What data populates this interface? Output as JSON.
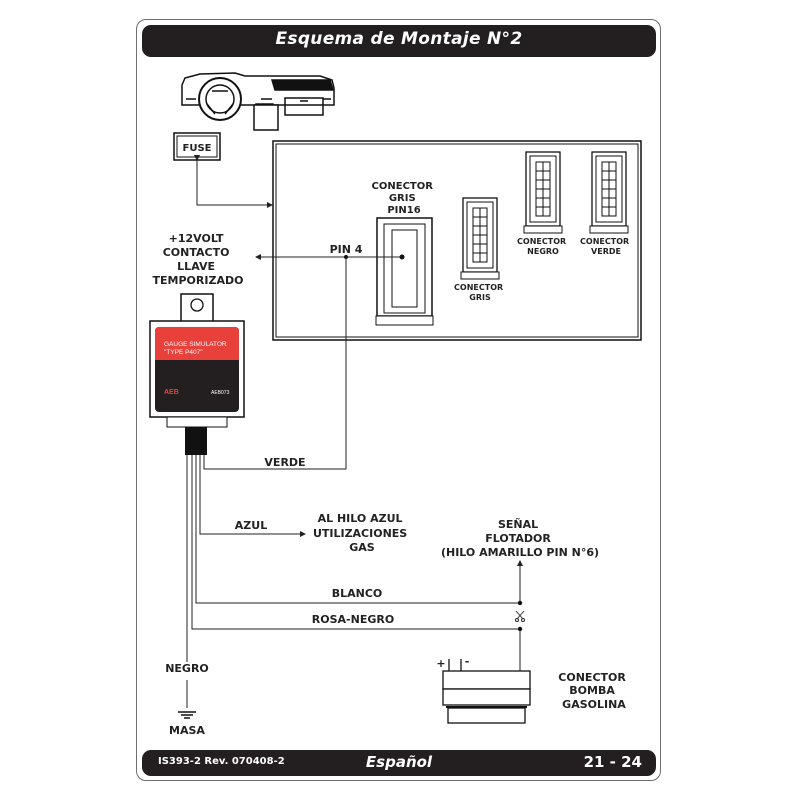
{
  "header": {
    "title": "Esquema de Montaje N°2"
  },
  "footer": {
    "document_code": "IS393-2 Rev. 070408-2",
    "language": "Español",
    "pages": "21 - 24"
  },
  "diagram": {
    "fuse_label": "FUSE",
    "power_label": [
      "+12VOLT",
      "CONTACTO",
      "LLAVE",
      "TEMPORIZADO"
    ],
    "pin_label": "PIN 4",
    "connectors": {
      "gris_pin16": [
        "CONECTOR",
        "GRIS",
        "PIN16"
      ],
      "gris": [
        "CONECTOR",
        "GRIS"
      ],
      "negro": [
        "CONECTOR",
        "NEGRO"
      ],
      "verde": [
        "CONECTOR",
        "VERDE"
      ]
    },
    "device": {
      "line1": "GAUGE SIMULATOR",
      "line2": "\"TYPE P407\"",
      "brand": "AEB",
      "model": "AEB073",
      "accent_color": "#e8403a",
      "body_color": "#231f20"
    },
    "wires": {
      "verde": "VERDE",
      "azul": "AZUL",
      "blanco": "BLANCO",
      "rosa_negro": "ROSA-NEGRO",
      "negro": "NEGRO"
    },
    "azul_target": [
      "AL HILO AZUL",
      "UTILIZACIONES",
      "GAS"
    ],
    "float_signal": [
      "SEÑAL",
      "FLOTADOR",
      "(HILO AMARILLO PIN N°6)"
    ],
    "pump_connector": [
      "CONECTOR",
      "BOMBA",
      "GASOLINA"
    ],
    "pump_terminals": {
      "plus": "+",
      "minus": "-"
    },
    "ground_label": "MASA"
  }
}
